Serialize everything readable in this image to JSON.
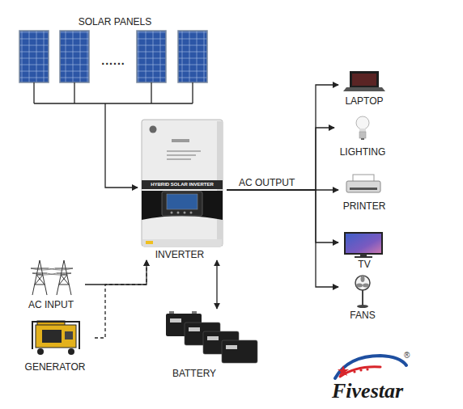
{
  "diagram": {
    "nodes": [
      {
        "text": [
          "SOLAR PANELS",
          "......"
        ]
      },
      {
        "text": [
          "HYBRID SOLAR INVERTER",
          "INVERTER"
        ]
      },
      {
        "text": [
          "LAPTOP"
        ]
      },
      {
        "text": [
          "LIGHTING"
        ]
      },
      {
        "text": [
          "PRINTER"
        ]
      },
      {
        "text": [
          "TV"
        ]
      },
      {
        "text": [
          "FANS"
        ]
      },
      {
        "text": [
          "AC INPUT"
        ]
      },
      {
        "text": [
          "GENERATOR"
        ]
      },
      {
        "text": [
          "BATTERY"
        ]
      }
    ],
    "edges": [
      {
        "from": 0,
        "to": 1,
        "arrow": "to"
      },
      {
        "from": 1,
        "to": 2,
        "arrow": "to"
      },
      {
        "from": 1,
        "to": 3,
        "arrow": "to"
      },
      {
        "from": 1,
        "to": 4,
        "arrow": "to",
        "label": "AC OUTPUT"
      },
      {
        "from": 1,
        "to": 5,
        "arrow": "to"
      },
      {
        "from": 1,
        "to": 6,
        "arrow": "to"
      },
      {
        "from": 7,
        "to": 1,
        "arrow": "to"
      },
      {
        "from": 8,
        "to": 1,
        "arrow": "to"
      },
      {
        "from": 1,
        "to": 9,
        "arrow": "both"
      }
    ],
    "labels": [
      "Fivestar",
      "®"
    ]
  }
}
